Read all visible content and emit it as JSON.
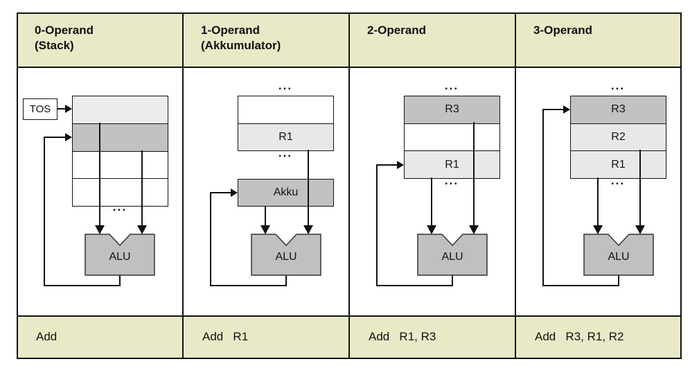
{
  "colors": {
    "header_footer_bg": "#e9e9c7",
    "dark_cell": "#c2c2c2",
    "light_cell": "#e8e8e8",
    "lighter_cell": "#ececec",
    "alu_fill": "#c0c0c0",
    "line": "#111111",
    "background": "#ffffff"
  },
  "columns": [
    {
      "id": "stack",
      "header_line1": "0-Operand",
      "header_line2": "(Stack)",
      "instruction": "Add",
      "labels": {
        "tos": "TOS",
        "dots_bottom": "...",
        "alu": "ALU"
      }
    },
    {
      "id": "accumulator",
      "header_line1": "1-Operand",
      "header_line2": "(Akkumulator)",
      "instruction": "Add   R1",
      "labels": {
        "dots_top": "...",
        "r1": "R1",
        "dots_bottom": "...",
        "akku": "Akku",
        "alu": "ALU"
      }
    },
    {
      "id": "two-operand",
      "header_line1": "2-Operand",
      "header_line2": "",
      "instruction": "Add   R1, R3",
      "labels": {
        "dots_top": "...",
        "r3": "R3",
        "r1": "R1",
        "dots_bottom": "...",
        "alu": "ALU"
      }
    },
    {
      "id": "three-operand",
      "header_line1": "3-Operand",
      "header_line2": "",
      "instruction": "Add   R3, R1, R2",
      "labels": {
        "dots_top": "...",
        "r3": "R3",
        "r2": "R2",
        "r1": "R1",
        "dots_bottom": "...",
        "alu": "ALU"
      }
    }
  ]
}
